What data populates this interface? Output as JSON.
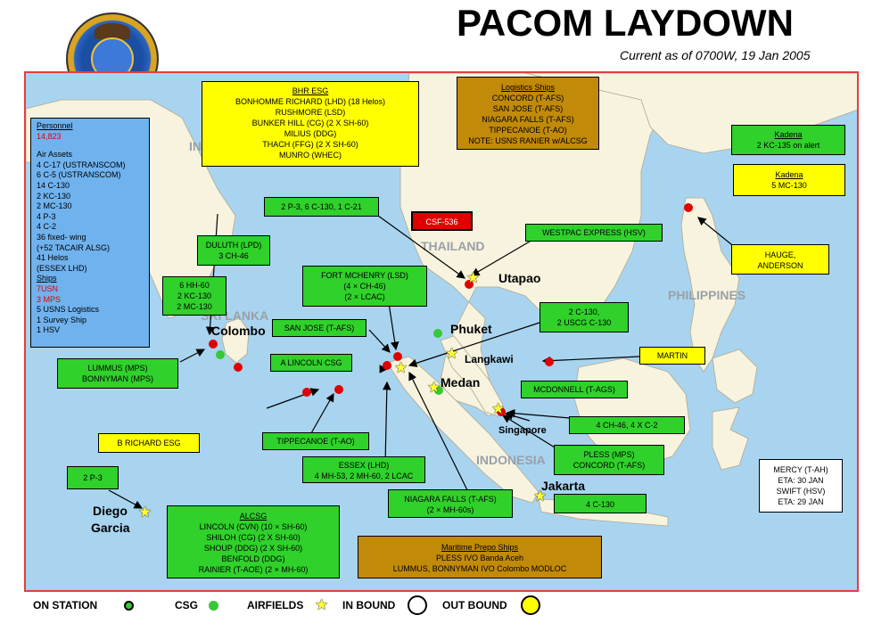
{
  "header": {
    "title": "PACOM LAYDOWN",
    "subtitle": "Current as of 0700W, 19 Jan 2005"
  },
  "personnel_panel": {
    "heading": "Personnel",
    "count": "14,823",
    "air_heading": "Air Assets",
    "air": [
      "4 C-17 (USTRANSCOM)",
      "6 C-5  (USTRANSCOM)",
      "14 C-130",
      "2 KC-130",
      "2 MC-130",
      "4 P-3",
      "4 C-2",
      "36 fixed- wing",
      "(+52 TACAIR ALSG)",
      "41 Helos",
      "(ESSEX LHD)"
    ],
    "ships_heading": "Ships",
    "ship_usn": "7USN",
    "ship_mps": "3 MPS",
    "ships": [
      "5 USNS Logistics",
      "1 Survey Ship",
      "1 HSV"
    ]
  },
  "boxes": {
    "bhr": {
      "title": "BHR ESG",
      "lines": [
        "BONHOMME RICHARD (LHD) (18 Helos)",
        "RUSHMORE (LSD)",
        "BUNKER HILL (CG) (2 X SH-60)",
        "MILIUS (DDG)",
        "THACH (FFG) (2 X SH-60)",
        "MUNRO (WHEC)"
      ]
    },
    "logistics": {
      "title": "Logistics Ships",
      "lines": [
        "CONCORD (T-AFS)",
        "SAN JOSE (T-AFS)",
        "NIAGARA FALLS (T-AFS)",
        "TIPPECANOE (T-AO)",
        "NOTE:  USNS RANIER w/ALCSG"
      ]
    },
    "kadena1": {
      "title": "Kadena",
      "text": "2 KC-135 on alert"
    },
    "kadena2": {
      "title": "Kadena",
      "text": "5 MC-130"
    },
    "p3c130": "2 P-3, 6 C-130, 1 C-21",
    "csf": "CSF-536",
    "westpac": "WESTPAC EXPRESS (HSV)",
    "hauge": [
      "HAUGE,",
      "ANDERSON"
    ],
    "duluth": [
      "DULUTH (LPD)",
      "3 CH-46"
    ],
    "hh60": [
      "6 HH-60",
      "2 KC-130",
      "2 MC-130"
    ],
    "fortmchenry": [
      "FORT MCHENRY (LSD)",
      "(4 × CH-46)",
      "(2 × LCAC)"
    ],
    "sanjose": "SAN JOSE (T-AFS)",
    "c130uscg": [
      "2 C-130,",
      "2 USCG C-130"
    ],
    "martin": "MARTIN",
    "lummus": [
      "LUMMUS (MPS)",
      "BONNYMAN (MPS)"
    ],
    "alincoln": "A LINCOLN CSG",
    "mcdonnell": "MCDONNELL (T-AGS)",
    "ch46": "4 CH-46, 4 X C-2",
    "brichard": "B RICHARD ESG",
    "tippecanoe": "TIPPECANOE (T-AO)",
    "pless": [
      "PLESS (MPS)",
      "CONCORD (T-AFS)"
    ],
    "essex": [
      "ESSEX (LHD)",
      "4 MH-53, 2 MH-60, 2 LCAC"
    ],
    "p3": "2  P-3",
    "mercy": [
      "MERCY (T-AH)",
      "ETA: 30 JAN",
      "SWIFT (HSV)",
      "ETA: 29 JAN"
    ],
    "niagara": [
      "NIAGARA FALLS (T-AFS)",
      "(2 × MH-60s)"
    ],
    "c130": "4 C-130",
    "alcsg": {
      "title": "ALCSG",
      "lines": [
        "LINCOLN (CVN) (10 × SH-60)",
        "SHILOH (CG) (2 X SH-60)",
        "SHOUP (DDG) (2 X SH-60)",
        "BENFOLD (DDG)",
        "RAINIER (T-AOE) (2 × MH-60)"
      ]
    },
    "prepo": {
      "title": "Maritime Prepo Ships",
      "lines": [
        "PLESS IVO Banda Aceh",
        "LUMMUS, BONNYMAN IVO Colombo MODLOC"
      ]
    }
  },
  "places": {
    "utapao": "Utapao",
    "colombo": "Colombo",
    "phuket": "Phuket",
    "langkawi": "Langkawi",
    "medan": "Medan",
    "singapore": "Singapore",
    "jakarta": "Jakarta",
    "diego": "Diego",
    "garcia": "Garcia",
    "thailand": "THAILAND",
    "philippines": "PHILIPPINES",
    "indonesia": "INDONESIA",
    "srilanka": "SRI LANKA",
    "india": "IN"
  },
  "legend": {
    "on_station": "ON STATION",
    "csg": "CSG",
    "airfields": "AIRFIELDS",
    "in_bound": "IN BOUND",
    "out_bound": "OUT BOUND"
  },
  "colors": {
    "ocean": "#a9d4ef",
    "land": "#f7f3df",
    "box_green": "#2fd12a",
    "box_yellow": "#ffff00",
    "box_brown": "#c18a08",
    "marker_red": "#e00000"
  }
}
